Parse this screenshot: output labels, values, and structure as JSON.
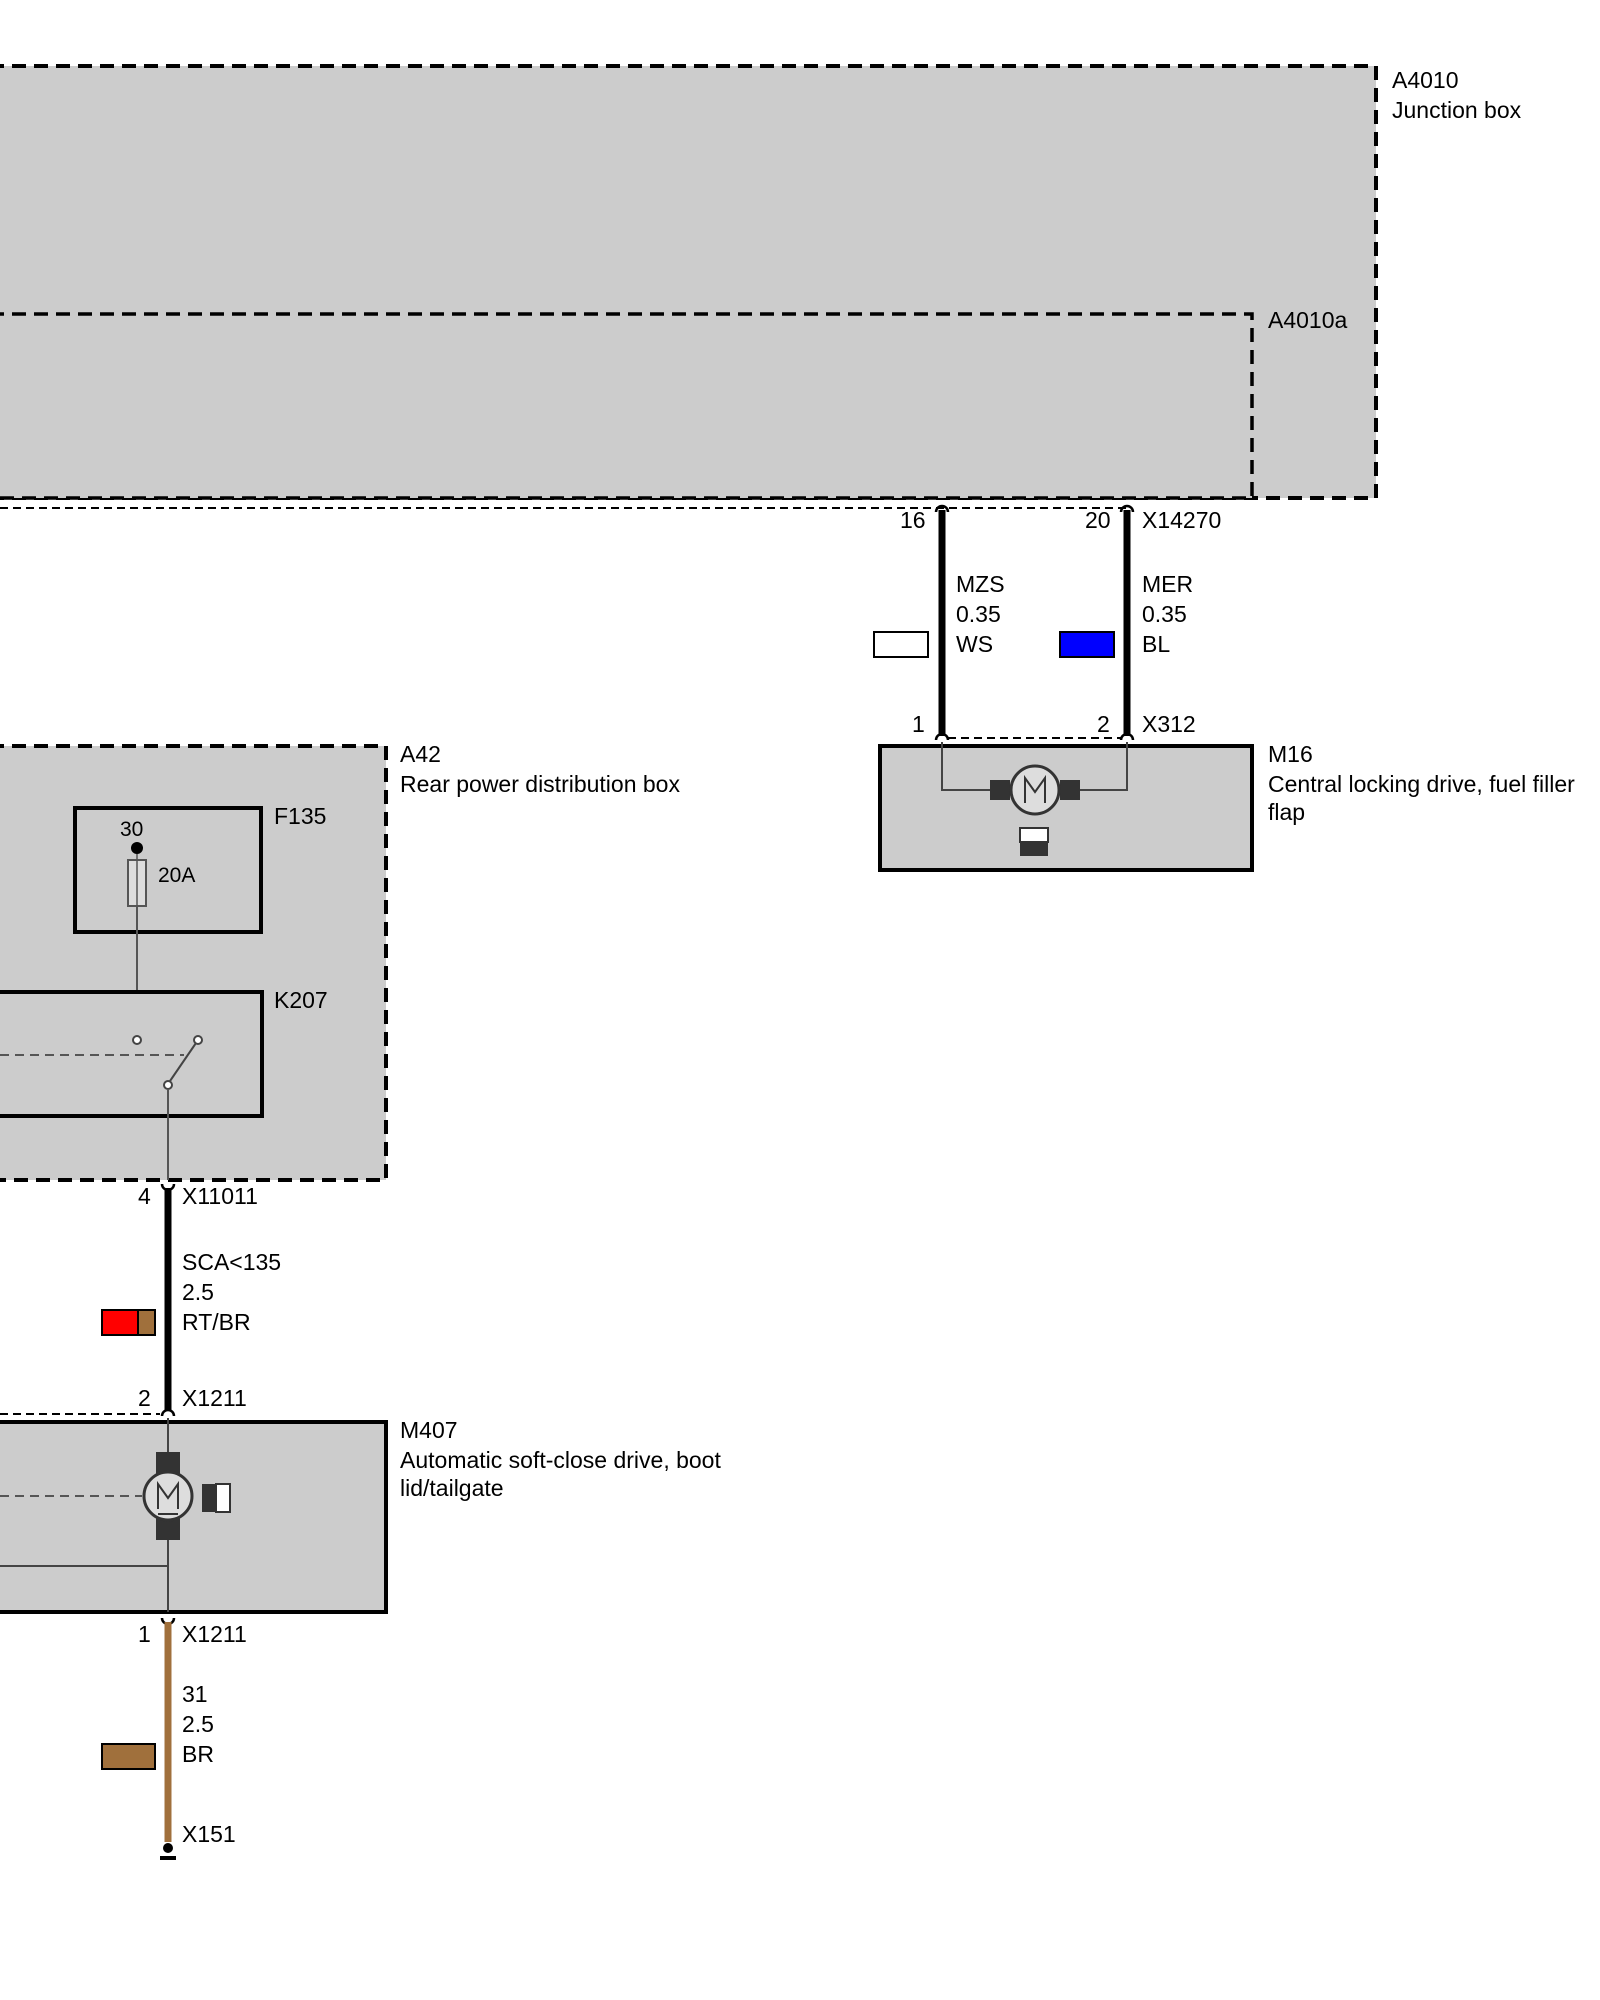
{
  "junction_box": {
    "id": "A4010",
    "name": "Junction box",
    "sub_id": "A4010a",
    "connector": "X14270",
    "pins": [
      "16",
      "20"
    ]
  },
  "wires": [
    {
      "signal": "MZS",
      "gauge": "0.35",
      "color_code": "WS",
      "swatch": [
        "#ffffff"
      ]
    },
    {
      "signal": "MER",
      "gauge": "0.35",
      "color_code": "BL",
      "swatch": [
        "#0000ff"
      ]
    },
    {
      "signal": "SCA<135",
      "gauge": "2.5",
      "color_code": "RT/BR",
      "swatch": [
        "#ff0000",
        "#a0703c"
      ]
    },
    {
      "signal": "31",
      "gauge": "2.5",
      "color_code": "BR",
      "swatch": [
        "#a0703c"
      ]
    }
  ],
  "m16": {
    "id": "M16",
    "name_line1": "Central locking drive, fuel filler",
    "name_line2": "flap",
    "connector": "X312",
    "pins": [
      "1",
      "2"
    ]
  },
  "a42": {
    "id": "A42",
    "name": "Rear power distribution box",
    "fuse_id": "F135",
    "fuse_terminal": "30",
    "fuse_rating": "20A",
    "relay_id": "K207",
    "connector": "X11011",
    "pin": "4"
  },
  "m407": {
    "id": "M407",
    "name_line1": "Automatic soft-close drive, boot",
    "name_line2": "lid/tailgate",
    "connector": "X1211",
    "pin_top": "2",
    "pin_bottom": "1"
  },
  "ground": {
    "id": "X151"
  },
  "colors": {
    "box_fill": "#cccccc",
    "wire_black": "#000000",
    "wire_brown": "#a0703c"
  }
}
